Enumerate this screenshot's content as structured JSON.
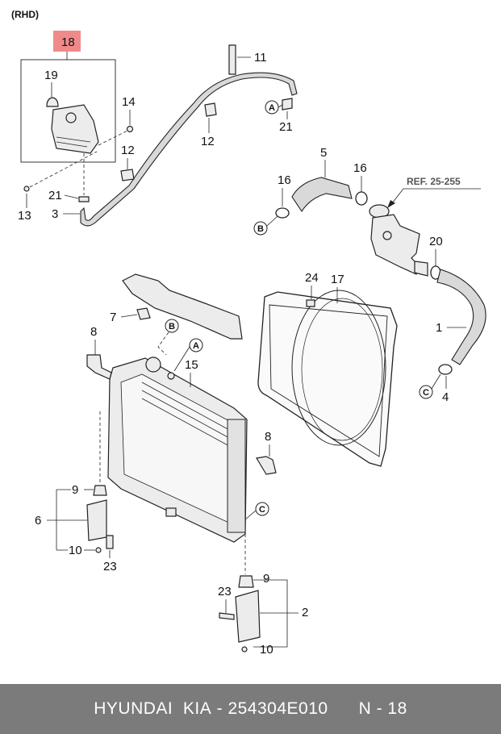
{
  "header": {
    "rhd_label": "(RHD)"
  },
  "highlight": {
    "part": "18",
    "color": "#f08a8a"
  },
  "reference": {
    "text": "REF. 25-255"
  },
  "callouts": {
    "a": "A",
    "b": "B",
    "c": "C"
  },
  "labels": {
    "p1": "1",
    "p2": "2",
    "p3": "3",
    "p4": "4",
    "p5": "5",
    "p6": "6",
    "p7": "7",
    "p8a": "8",
    "p8b": "8",
    "p9a": "9",
    "p9b": "9",
    "p10a": "10",
    "p10b": "10",
    "p11": "11",
    "p12a": "12",
    "p12b": "12",
    "p13": "13",
    "p14": "14",
    "p15": "15",
    "p16a": "16",
    "p16b": "16",
    "p17": "17",
    "p18": "18",
    "p19": "19",
    "p20": "20",
    "p21a": "21",
    "p21b": "21",
    "p23a": "23",
    "p23b": "23",
    "p24": "24"
  },
  "footer": {
    "brand": "HYUNDAI  KIA",
    "part_number": "254304E010",
    "page": "N - 18"
  }
}
